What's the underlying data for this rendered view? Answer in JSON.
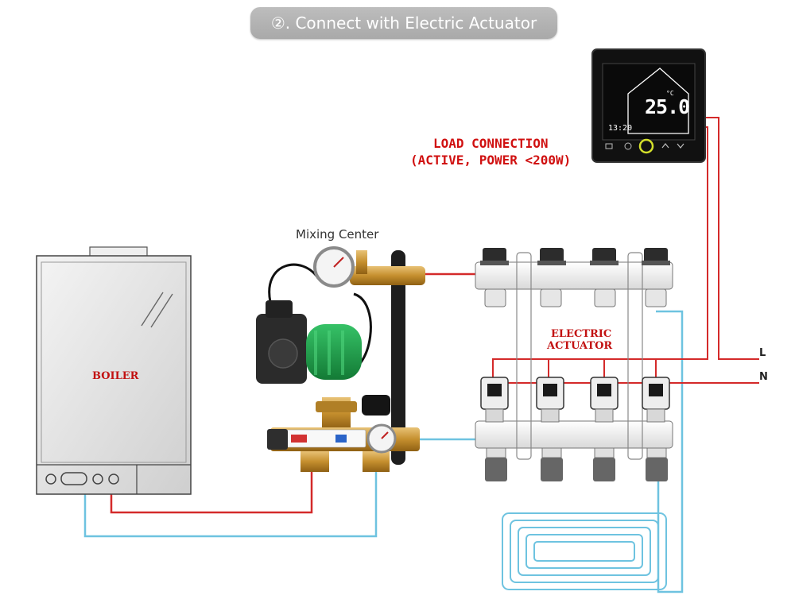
{
  "title": "②. Connect with Electric Actuator",
  "labels": {
    "load_connection": "LOAD CONNECTION",
    "load_spec": "(ACTIVE, POWER <200W)",
    "mixing_center": "Mixing Center",
    "boiler": "BOILER",
    "electric": "ELECTRIC",
    "actuator": "ACTUATOR",
    "line_l": "L",
    "line_n": "N"
  },
  "thermostat": {
    "temperature": "25.0",
    "unit": "°C",
    "time": "13:20"
  },
  "colors": {
    "hot_pipe": "#d42a2a",
    "cold_pipe": "#6ec3e0",
    "wire": "#d42a2a",
    "label_red": "#d01010",
    "title_bg": "#b3b3b3",
    "pump_green": "#1f9e4a"
  }
}
